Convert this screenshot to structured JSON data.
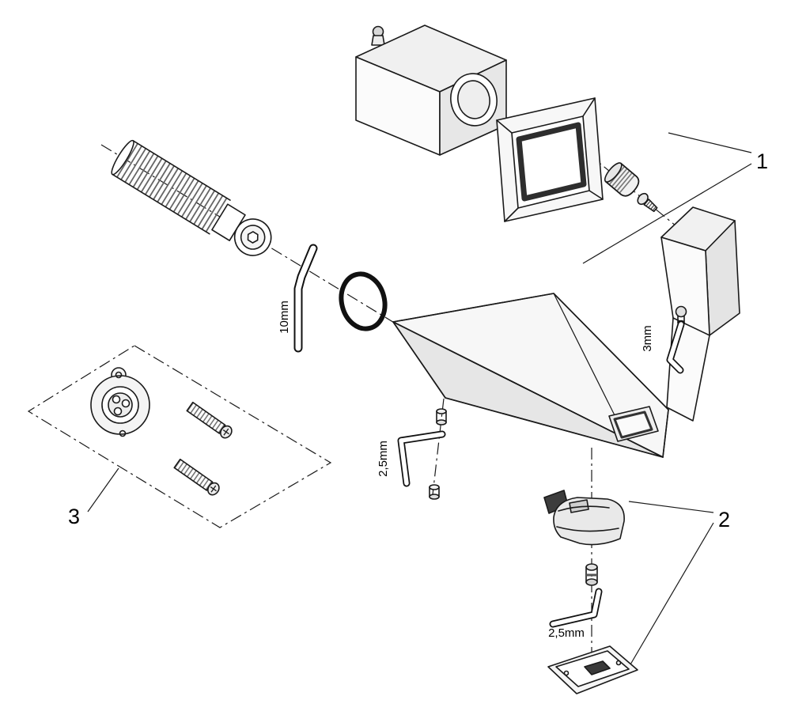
{
  "diagram": {
    "background": "#ffffff",
    "line_color": "#1a1a1a",
    "seal_color": "#2e2e2e",
    "group_labels": {
      "group_1": "1",
      "group_2": "2",
      "group_3": "3"
    },
    "tool_labels": {
      "hex_key_10mm": "10mm",
      "hex_key_3mm": "3mm",
      "hex_key_2_5mm_upper": "2,5mm",
      "hex_key_2_5mm_lower": "2,5mm"
    }
  }
}
